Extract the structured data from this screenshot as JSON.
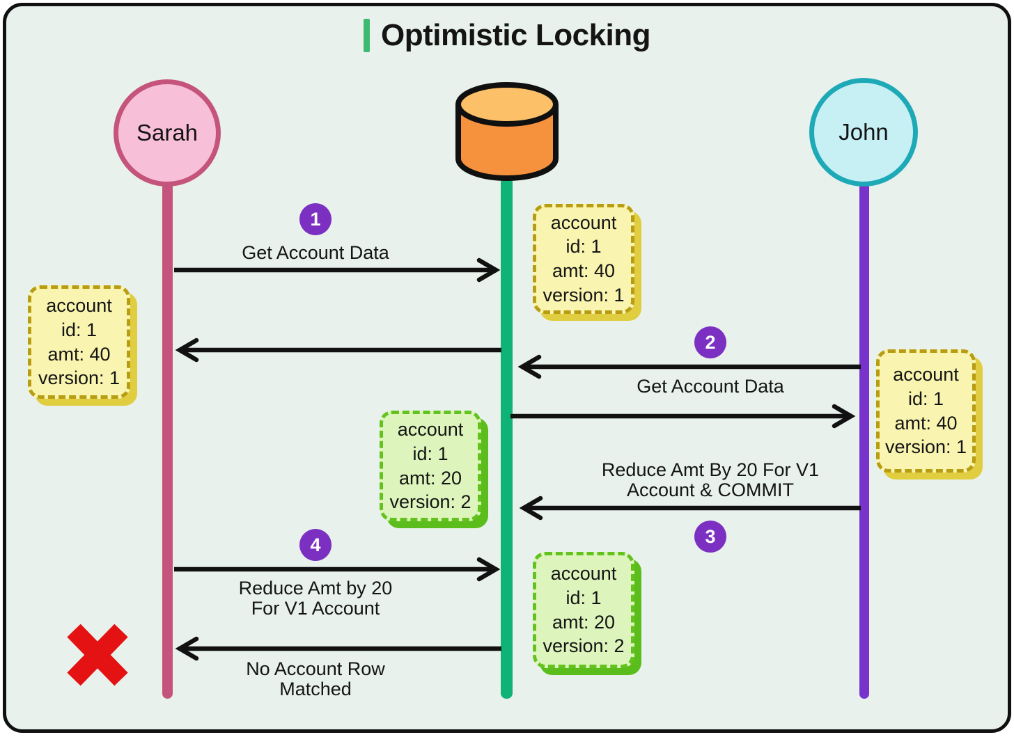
{
  "title": {
    "text": "Optimistic Locking"
  },
  "actors": {
    "sarah": {
      "label": "Sarah"
    },
    "database": {
      "label": "database-cylinder"
    },
    "john": {
      "label": "John"
    }
  },
  "messages": {
    "m1": {
      "badge": "1",
      "label": "Get Account Data",
      "from": "Sarah",
      "to": "Database"
    },
    "reply1": {
      "from": "Database",
      "to": "Sarah"
    },
    "m2": {
      "badge": "2",
      "label": "Get Account Data",
      "from": "John",
      "to": "Database"
    },
    "reply2": {
      "from": "Database",
      "to": "John"
    },
    "m3": {
      "badge": "3",
      "label_lines": [
        "Reduce Amt By 20 For V1",
        "Account & COMMIT"
      ],
      "from": "John",
      "to": "Database"
    },
    "m4": {
      "badge": "4",
      "label_lines": [
        "Reduce Amt by 20",
        "For V1 Account"
      ],
      "from": "Sarah",
      "to": "Database"
    },
    "reply_fail": {
      "label_lines": [
        "No Account Row",
        "Matched"
      ],
      "from": "Database",
      "to": "Sarah"
    }
  },
  "notes": {
    "db_v1": {
      "lines": [
        "account",
        "id: 1",
        "amt: 40",
        "version: 1"
      ],
      "style": "yellow"
    },
    "sarah_v1": {
      "lines": [
        "account",
        "id: 1",
        "amt: 40",
        "version: 1"
      ],
      "style": "yellow"
    },
    "john_v1": {
      "lines": [
        "account",
        "id: 1",
        "amt: 40",
        "version: 1"
      ],
      "style": "yellow"
    },
    "db_v2": {
      "lines": [
        "account",
        "id: 1",
        "amt: 20",
        "version: 2"
      ],
      "style": "green"
    },
    "db_v2_after_commit": {
      "lines": [
        "account",
        "id: 1",
        "amt: 20",
        "version: 2"
      ],
      "style": "green"
    }
  },
  "status": {
    "failure_icon": "red-x"
  },
  "colors": {
    "bg-canvas": "#e8f1ec",
    "accent-green": "#3dba72",
    "sarah-fill": "#f8c0d8",
    "sarah-stroke": "#c4547b",
    "db-side": "#f6923e",
    "db-top": "#fcc168",
    "db-line": "#10b377",
    "john-fill": "#c7f0f5",
    "john-stroke": "#1ea9b7",
    "john-line": "#7733cc",
    "badge-purple": "#7b30c2",
    "note-y-fill": "#f9f5b0",
    "note-y-border": "#b89d12",
    "note-y-shadow": "#e0cd40",
    "note-g-fill": "#ddf5bc",
    "note-g-border": "#63c21e",
    "note-g-shadow": "#5abd1c",
    "fail-red": "#e41212",
    "arrow-ink": "#111111"
  }
}
